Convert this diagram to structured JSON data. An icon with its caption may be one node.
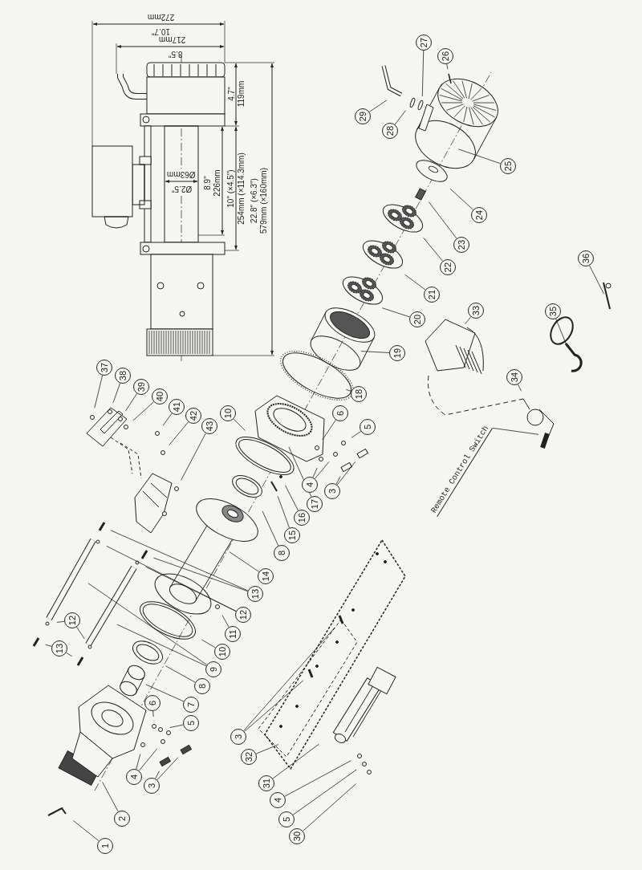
{
  "diagram": {
    "nodes": [
      {
        "text": [
          "27"
        ]
      },
      {
        "text": [
          "26"
        ]
      },
      {
        "text": [
          "29"
        ]
      },
      {
        "text": [
          "28"
        ]
      },
      {
        "text": [
          "25"
        ]
      },
      {
        "text": [
          "24"
        ]
      },
      {
        "text": [
          "23"
        ]
      },
      {
        "text": [
          "36"
        ]
      },
      {
        "text": [
          "22"
        ]
      },
      {
        "text": [
          "21"
        ]
      },
      {
        "text": [
          "33"
        ]
      },
      {
        "text": [
          "35"
        ]
      },
      {
        "text": [
          "20"
        ]
      },
      {
        "text": [
          "19"
        ]
      },
      {
        "text": [
          "37"
        ]
      },
      {
        "text": [
          "38"
        ]
      },
      {
        "text": [
          "34"
        ]
      },
      {
        "text": [
          "39"
        ]
      },
      {
        "text": [
          "18"
        ]
      },
      {
        "text": [
          "40"
        ]
      },
      {
        "text": [
          "41"
        ]
      },
      {
        "text": [
          "10"
        ]
      },
      {
        "text": [
          "6"
        ]
      },
      {
        "text": [
          "42"
        ]
      },
      {
        "text": [
          "43"
        ]
      },
      {
        "text": [
          "5"
        ]
      },
      {
        "text": [
          "Remote Control Switch"
        ]
      },
      {
        "text": [
          "4"
        ]
      },
      {
        "text": [
          "3"
        ]
      },
      {
        "text": [
          "17"
        ]
      },
      {
        "text": [
          "16"
        ]
      },
      {
        "text": [
          "15"
        ]
      },
      {
        "text": [
          "8"
        ]
      },
      {
        "text": [
          "14"
        ]
      },
      {
        "text": [
          "13"
        ]
      },
      {
        "text": [
          "12"
        ]
      },
      {
        "text": [
          "12"
        ]
      },
      {
        "text": [
          "11"
        ]
      },
      {
        "text": [
          "13"
        ]
      },
      {
        "text": [
          "10"
        ]
      },
      {
        "text": [
          "9"
        ]
      },
      {
        "text": [
          "8"
        ]
      },
      {
        "text": [
          "7"
        ]
      },
      {
        "text": [
          "6"
        ]
      },
      {
        "text": [
          "5"
        ]
      },
      {
        "text": [
          "3"
        ]
      },
      {
        "text": [
          "32"
        ]
      },
      {
        "text": [
          "4"
        ]
      },
      {
        "text": [
          "31"
        ]
      },
      {
        "text": [
          "3"
        ]
      },
      {
        "text": [
          "4"
        ]
      },
      {
        "text": [
          "2"
        ]
      },
      {
        "text": [
          "5"
        ]
      },
      {
        "text": [
          "30"
        ]
      },
      {
        "text": [
          "1"
        ]
      }
    ],
    "edges": [
      {
        "from": 0,
        "to": null,
        "arrow": "none"
      },
      {
        "from": 1,
        "to": null,
        "arrow": "none"
      },
      {
        "from": 2,
        "to": null,
        "arrow": "none"
      },
      {
        "from": 3,
        "to": null,
        "arrow": "none"
      },
      {
        "from": 4,
        "to": null,
        "arrow": "none"
      },
      {
        "from": 5,
        "to": null,
        "arrow": "none"
      },
      {
        "from": 6,
        "to": null,
        "arrow": "none"
      },
      {
        "from": 7,
        "to": null,
        "arrow": "none"
      },
      {
        "from": 8,
        "to": null,
        "arrow": "none"
      },
      {
        "from": 9,
        "to": null,
        "arrow": "none"
      },
      {
        "from": 10,
        "to": null,
        "arrow": "none"
      },
      {
        "from": 11,
        "to": null,
        "arrow": "none"
      },
      {
        "from": 12,
        "to": null,
        "arrow": "none"
      },
      {
        "from": 13,
        "to": null,
        "arrow": "none"
      },
      {
        "from": 14,
        "to": null,
        "arrow": "none"
      },
      {
        "from": 15,
        "to": null,
        "arrow": "none"
      },
      {
        "from": 16,
        "to": null,
        "arrow": "none"
      },
      {
        "from": 17,
        "to": null,
        "arrow": "none"
      },
      {
        "from": 18,
        "to": null,
        "arrow": "none"
      },
      {
        "from": 19,
        "to": null,
        "arrow": "none"
      },
      {
        "from": 20,
        "to": null,
        "arrow": "none"
      },
      {
        "from": 21,
        "to": null,
        "arrow": "none"
      },
      {
        "from": 22,
        "to": null,
        "arrow": "none"
      },
      {
        "from": 23,
        "to": null,
        "arrow": "none"
      },
      {
        "from": 24,
        "to": null,
        "arrow": "none"
      },
      {
        "from": 25,
        "to": null,
        "arrow": "none"
      },
      {
        "from": 26,
        "to": null,
        "arrow": "none"
      },
      {
        "from": 27,
        "to": null,
        "arrow": "none"
      },
      {
        "from": 27,
        "to": null,
        "arrow": "none"
      },
      {
        "from": 28,
        "to": null,
        "arrow": "none"
      },
      {
        "from": 28,
        "to": null,
        "arrow": "none"
      },
      {
        "from": 29,
        "to": null,
        "arrow": "none"
      },
      {
        "from": 30,
        "to": null,
        "arrow": "none"
      },
      {
        "from": 31,
        "to": null,
        "arrow": "none"
      },
      {
        "from": 32,
        "to": null,
        "arrow": "none"
      },
      {
        "from": 33,
        "to": null,
        "arrow": "none"
      },
      {
        "from": 34,
        "to": null,
        "arrow": "none"
      },
      {
        "from": 34,
        "to": null,
        "arrow": "none"
      },
      {
        "from": 35,
        "to": null,
        "arrow": "none"
      },
      {
        "from": 35,
        "to": null,
        "arrow": "none"
      },
      {
        "from": 36,
        "to": null,
        "arrow": "none"
      },
      {
        "from": 36,
        "to": null,
        "arrow": "none"
      },
      {
        "from": 37,
        "to": null,
        "arrow": "none"
      },
      {
        "from": 38,
        "to": null,
        "arrow": "none"
      },
      {
        "from": 38,
        "to": null,
        "arrow": "none"
      },
      {
        "from": 39,
        "to": null,
        "arrow": "none"
      },
      {
        "from": 40,
        "to": null,
        "arrow": "none"
      },
      {
        "from": 40,
        "to": null,
        "arrow": "none"
      },
      {
        "from": 41,
        "to": null,
        "arrow": "none"
      },
      {
        "from": 42,
        "to": null,
        "arrow": "none"
      },
      {
        "from": 43,
        "to": null,
        "arrow": "none"
      },
      {
        "from": 44,
        "to": null,
        "arrow": "none"
      },
      {
        "from": 45,
        "to": null,
        "arrow": "none"
      },
      {
        "from": 45,
        "to": null,
        "arrow": "none"
      },
      {
        "from": 46,
        "to": null,
        "arrow": "none"
      },
      {
        "from": 47,
        "to": null,
        "arrow": "none"
      },
      {
        "from": 47,
        "to": null,
        "arrow": "none"
      },
      {
        "from": 48,
        "to": null,
        "arrow": "none"
      },
      {
        "from": 49,
        "to": null,
        "arrow": "none"
      },
      {
        "from": 49,
        "to": null,
        "arrow": "none"
      },
      {
        "from": 50,
        "to": null,
        "arrow": "none"
      },
      {
        "from": 51,
        "to": null,
        "arrow": "none"
      },
      {
        "from": 52,
        "to": null,
        "arrow": "none"
      },
      {
        "from": 53,
        "to": null,
        "arrow": "none"
      },
      {
        "from": 54,
        "to": null,
        "arrow": "none"
      }
    ],
    "labels": [
      "272mm",
      "10.7\"",
      "217mm",
      "8.5\"",
      "4.7\"",
      "119mm",
      "Ø63mm",
      "Ø2.5\"",
      "8.9\"",
      "226mm",
      "10\" (×4.5\")",
      "254mm (×114.3mm)",
      "22.8\" (×6.3\")",
      "579mm (×160mm)"
    ]
  }
}
